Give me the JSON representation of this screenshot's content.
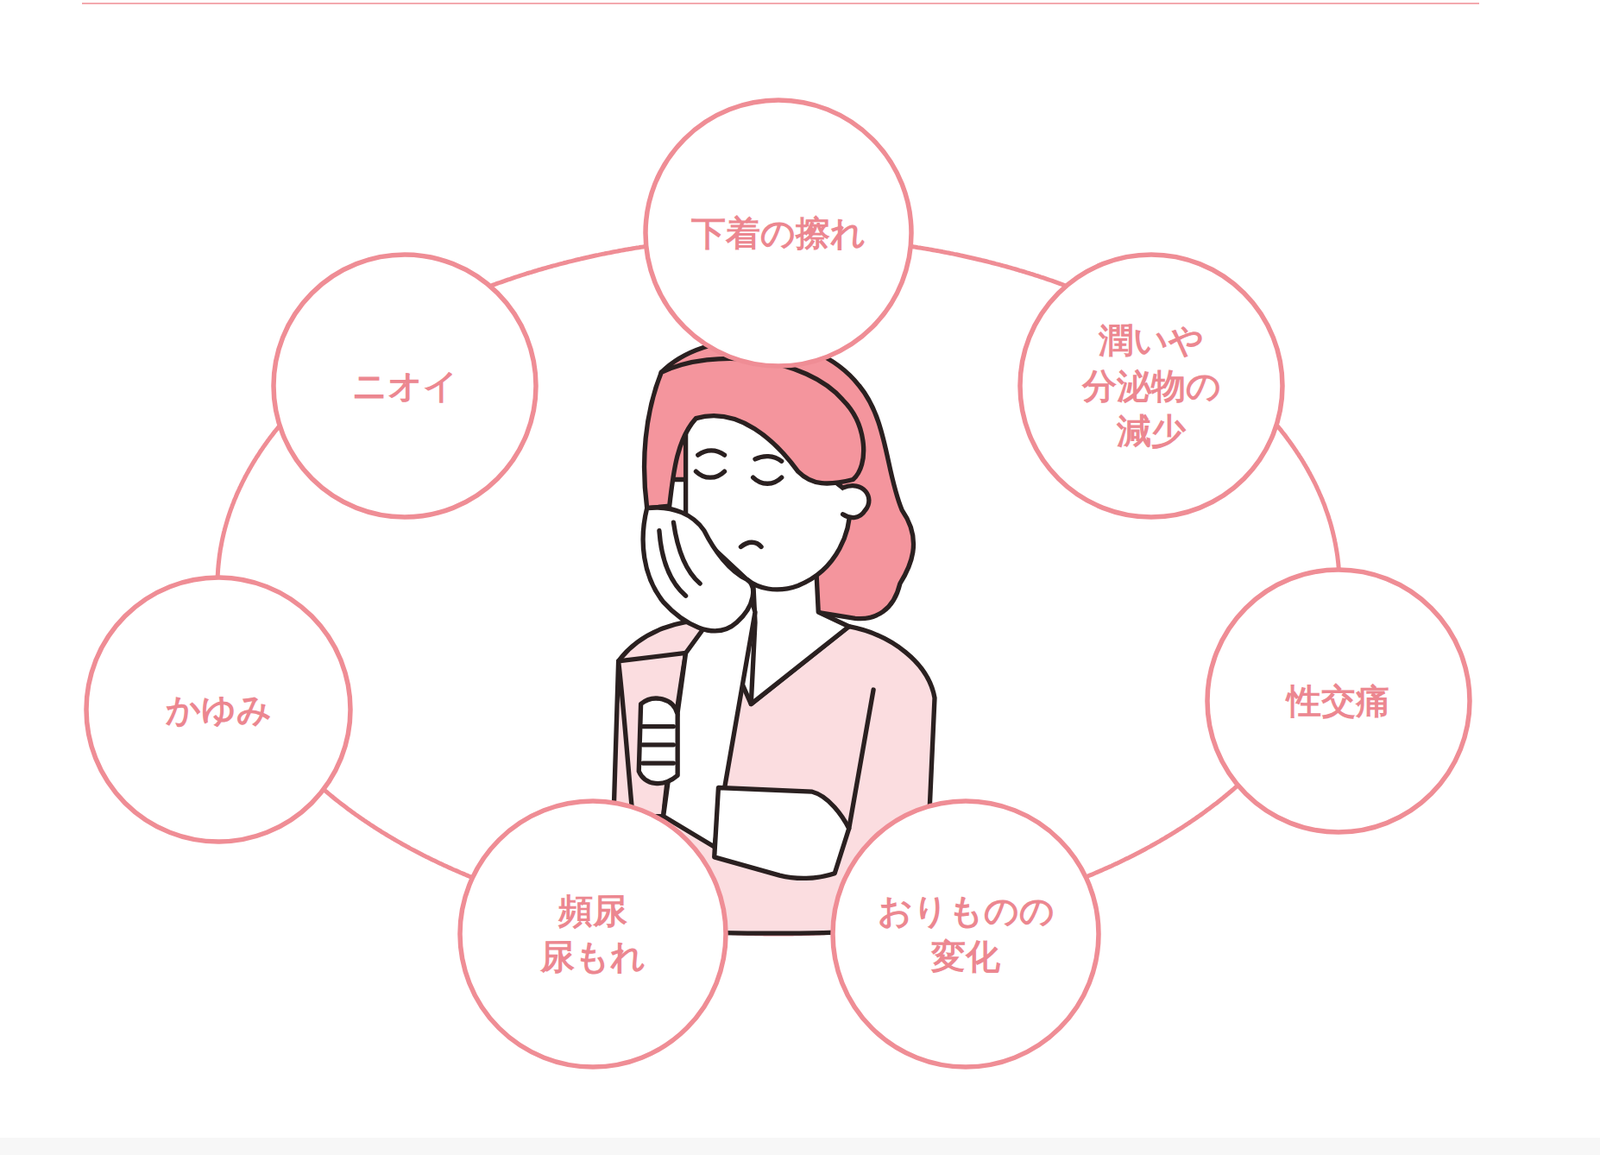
{
  "diagram": {
    "nodes": [
      {
        "text": [
          "下着の擦れ"
        ]
      },
      {
        "text": [
          "ニオイ"
        ]
      },
      {
        "text": [
          "潤いや 分泌物の 減少"
        ]
      },
      {
        "text": [
          "かゆみ"
        ]
      },
      {
        "text": [
          "性交痛"
        ]
      },
      {
        "text": [
          "頻尿 尿もれ"
        ]
      },
      {
        "text": [
          "おりものの 変化"
        ]
      }
    ],
    "edges": [
      {
        "from": 0,
        "to": 2,
        "arrow": "none"
      },
      {
        "from": 2,
        "to": 4,
        "arrow": "none"
      },
      {
        "from": 4,
        "to": 6,
        "arrow": "none"
      },
      {
        "from": 6,
        "to": 5,
        "arrow": "none"
      },
      {
        "from": 5,
        "to": 3,
        "arrow": "none"
      },
      {
        "from": 3,
        "to": 1,
        "arrow": "none"
      },
      {
        "from": 1,
        "to": 0,
        "arrow": "none"
      }
    ]
  }
}
